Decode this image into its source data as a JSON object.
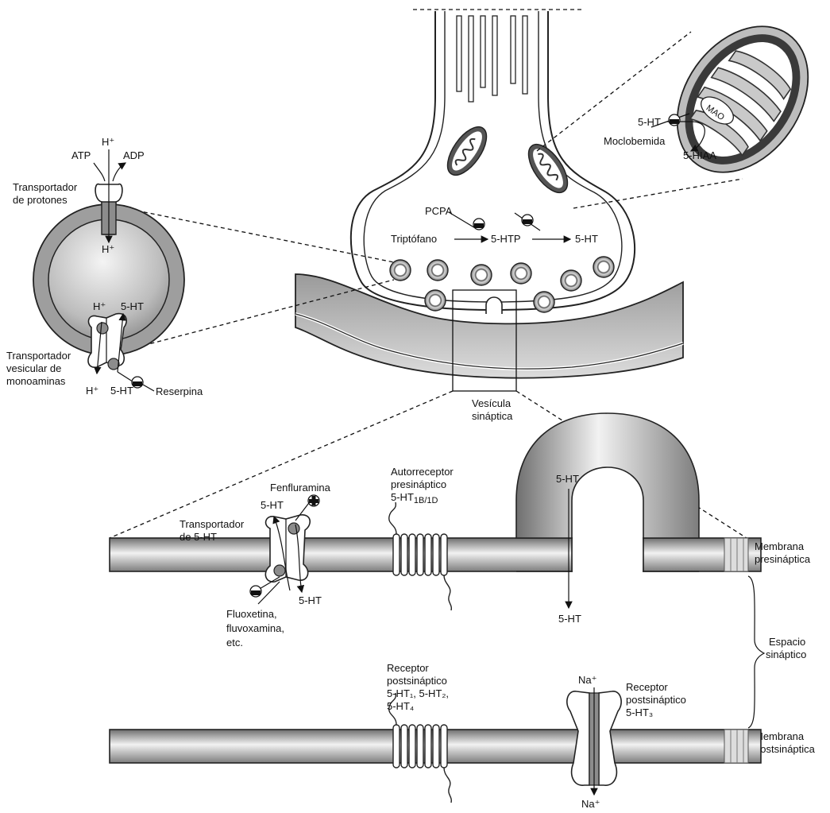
{
  "labels": {
    "h_plus_top": "H⁺",
    "atp": "ATP",
    "adp": "ADP",
    "proton_transporter": [
      "Transportador",
      "de protones"
    ],
    "h_plus_inside": "H⁺",
    "h_plus_vmat": "H⁺",
    "ht5_vmat_top": "5-HT",
    "vmat_label": [
      "Transportador",
      "vesicular de",
      "monoaminas"
    ],
    "h_plus_bottom": "H⁺",
    "ht5_vmat_bottom": "5-HT",
    "reserpina": "Reserpina",
    "pcpa": "PCPA",
    "triptofano": "Triptófano",
    "htp5": "5-HTP",
    "ht5_synth": "5-HT",
    "ht5_mao": "5-HT",
    "mao": "MAO",
    "moclobemida": "Moclobemida",
    "hiaa5": "5-HIAA",
    "vesicle_label": [
      "Vesícula",
      "sináptica"
    ],
    "fenfluramina": "Fenfluramina",
    "ht5_transporter_top": "5-HT",
    "ht5_transporter_label": [
      "Transportador",
      "de 5-HT"
    ],
    "ht5_transporter_bottom": "5-HT",
    "fluoxetina": [
      "Fluoxetina,",
      "fluvoxamina,",
      "etc."
    ],
    "autoreceptor": [
      "Autorreceptor",
      "presináptico"
    ],
    "autoreceptor_sub": "5-HT",
    "autoreceptor_sub_idx": "1B/1D",
    "ht5_release_top": "5-HT",
    "ht5_release_bottom": "5-HT",
    "membrana_pre": [
      "Membrana",
      "presináptica"
    ],
    "espacio": [
      "Espacio",
      "sináptico"
    ],
    "membrana_post": [
      "Membrana",
      "postsináptica"
    ],
    "receptor_post": [
      "Receptor",
      "postsináptico"
    ],
    "receptor_post_types": [
      "5-HT₁, 5-HT₂,",
      "5-HT₄"
    ],
    "na_top": "Na⁺",
    "na_bottom": "Na⁺",
    "receptor_ht3": [
      "Receptor",
      "postsináptico",
      "5-HT₃"
    ]
  },
  "symbols": {
    "inhibition": "−",
    "stimulation": "+"
  },
  "colors": {
    "ink": "#111111",
    "membrane_dark": "#7a7a7a",
    "membrane_light": "#e6e6e6",
    "vesicle_fill": "#bdbdbd",
    "background": "#ffffff"
  }
}
